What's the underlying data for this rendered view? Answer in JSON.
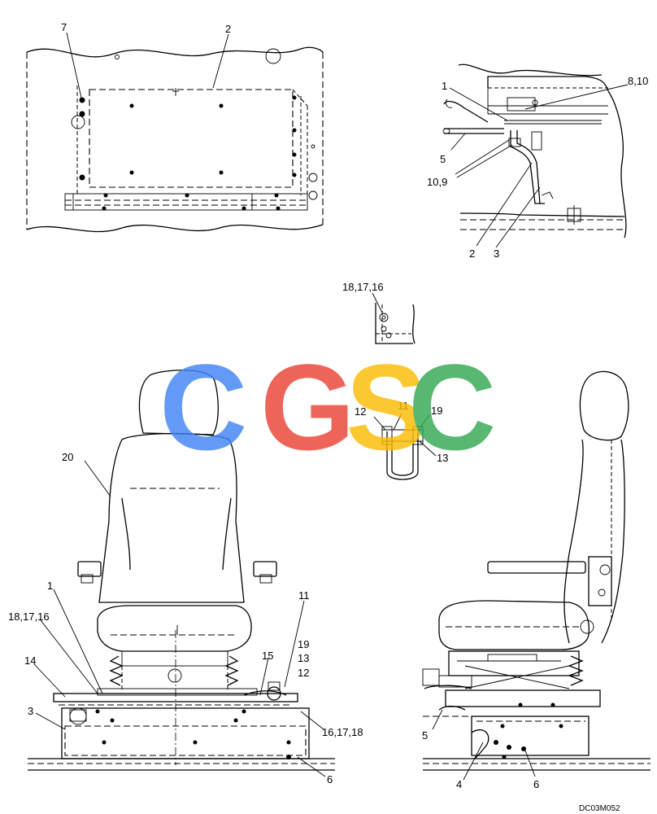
{
  "labels": {
    "top_left_7": "7",
    "top_left_2": "2",
    "tr_1": "1",
    "tr_8_10": "8,10",
    "tr_5": "5",
    "tr_10_9": "10,9",
    "tr_2": "2",
    "tr_3": "3",
    "mid_18_17_16": "18,17,16",
    "mid_12": "12",
    "mid_11": "11",
    "mid_19": "19",
    "mid_13": "13",
    "bl_20": "20",
    "bl_1": "1",
    "bl_18_17_16": "18,17,16",
    "bl_14": "14",
    "bl_3": "3",
    "bl_11": "11",
    "bl_19": "19",
    "bl_13": "13",
    "bl_15": "15",
    "bl_12": "12",
    "bl_16_17_18": "16,17,18",
    "bl_6": "6",
    "br_5": "5",
    "br_4": "4",
    "br_6": "6"
  },
  "drawing_code": "DC03M052",
  "watermark": {
    "letters": [
      "C",
      "G",
      "S",
      "C"
    ],
    "colors": [
      "#4285f4",
      "#ea4335",
      "#fbbc05",
      "#34a853"
    ]
  }
}
